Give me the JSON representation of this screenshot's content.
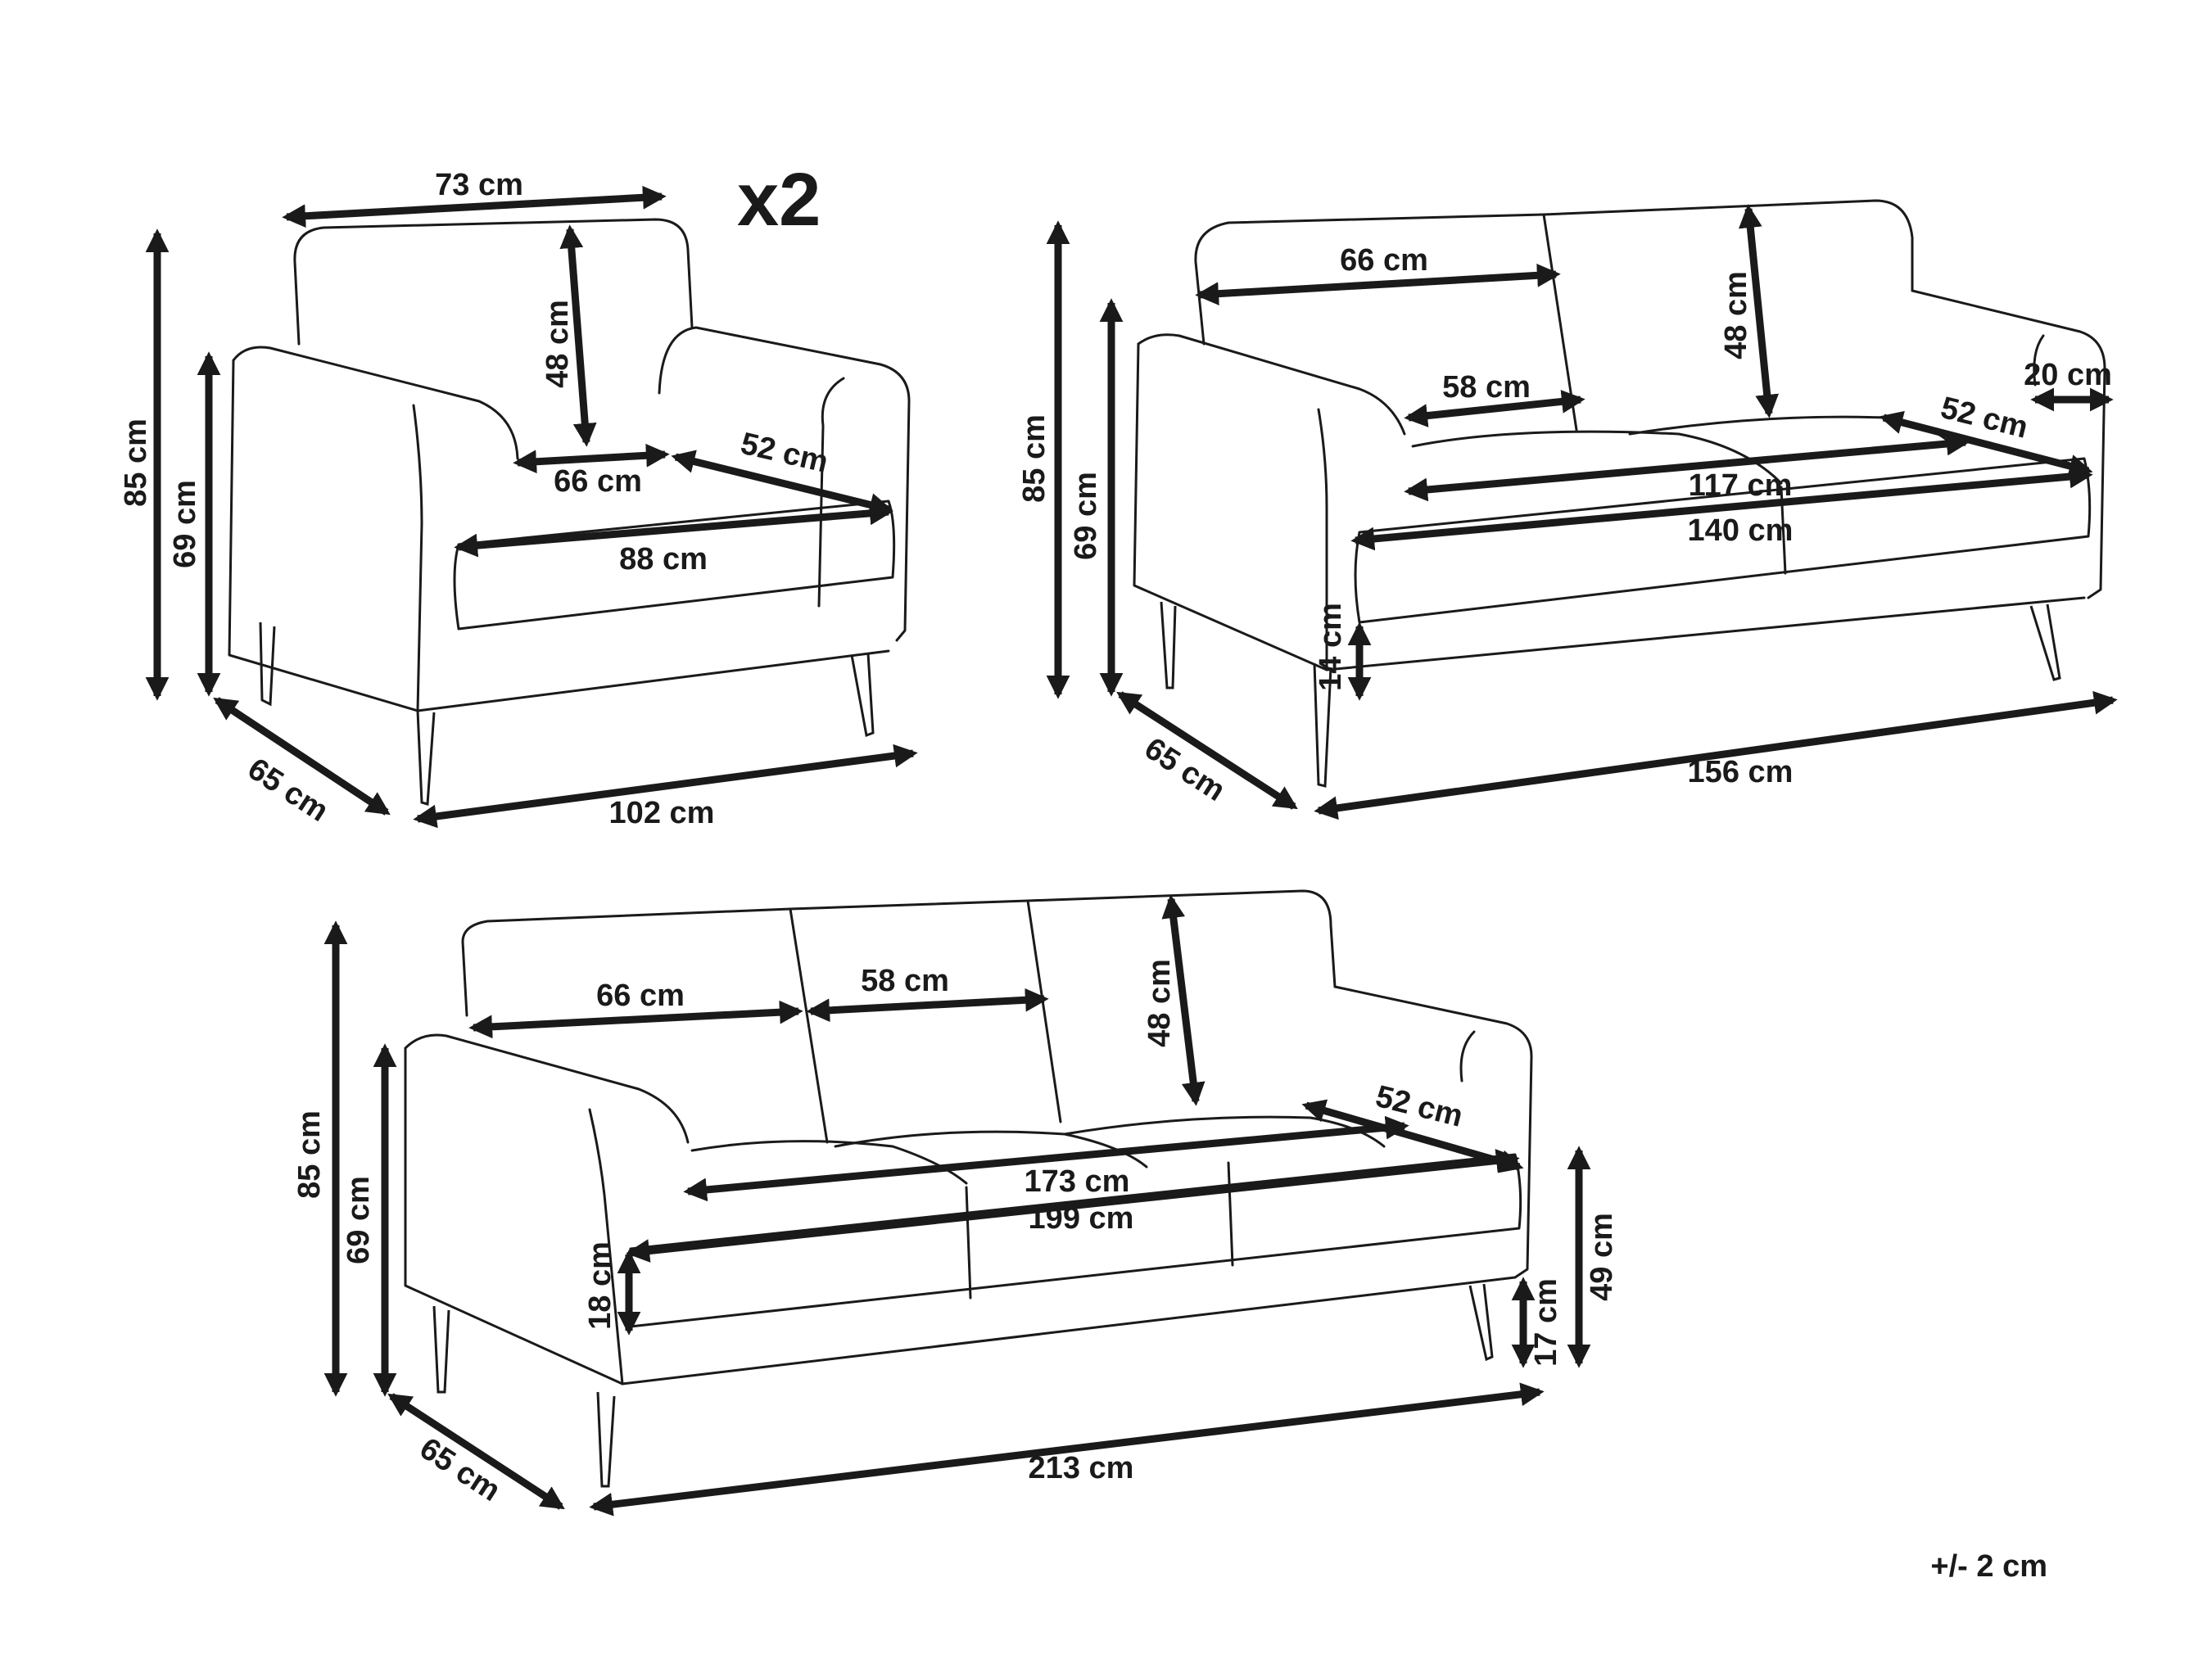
{
  "armchair": {
    "multiplier": "x2",
    "width_top": "73 cm",
    "back_height": "48 cm",
    "seat_width": "66 cm",
    "seat_depth": "52 cm",
    "seat_front_width": "88 cm",
    "total_height": "85 cm",
    "arm_height": "69 cm",
    "depth": "65 cm",
    "total_width": "102 cm"
  },
  "loveseat": {
    "cushion_width": "66 cm",
    "back_height": "48 cm",
    "seat_width_inner": "58 cm",
    "arm_width": "20 cm",
    "seat_depth": "52 cm",
    "seat_width": "117 cm",
    "seat_front_width": "140 cm",
    "total_height": "85 cm",
    "arm_height": "69 cm",
    "leg_height": "14 cm",
    "depth": "65 cm",
    "total_width": "156 cm"
  },
  "sofa": {
    "cushion_width_outer": "66 cm",
    "cushion_width_middle": "58 cm",
    "back_height": "48 cm",
    "seat_depth": "52 cm",
    "seat_width": "173 cm",
    "seat_front_width": "199 cm",
    "total_height": "85 cm",
    "arm_height": "69 cm",
    "leg_height": "18 cm",
    "floor_clearance": "17 cm",
    "seat_height": "49 cm",
    "depth": "65 cm",
    "total_width": "213 cm"
  },
  "tolerance": "+/- 2 cm"
}
